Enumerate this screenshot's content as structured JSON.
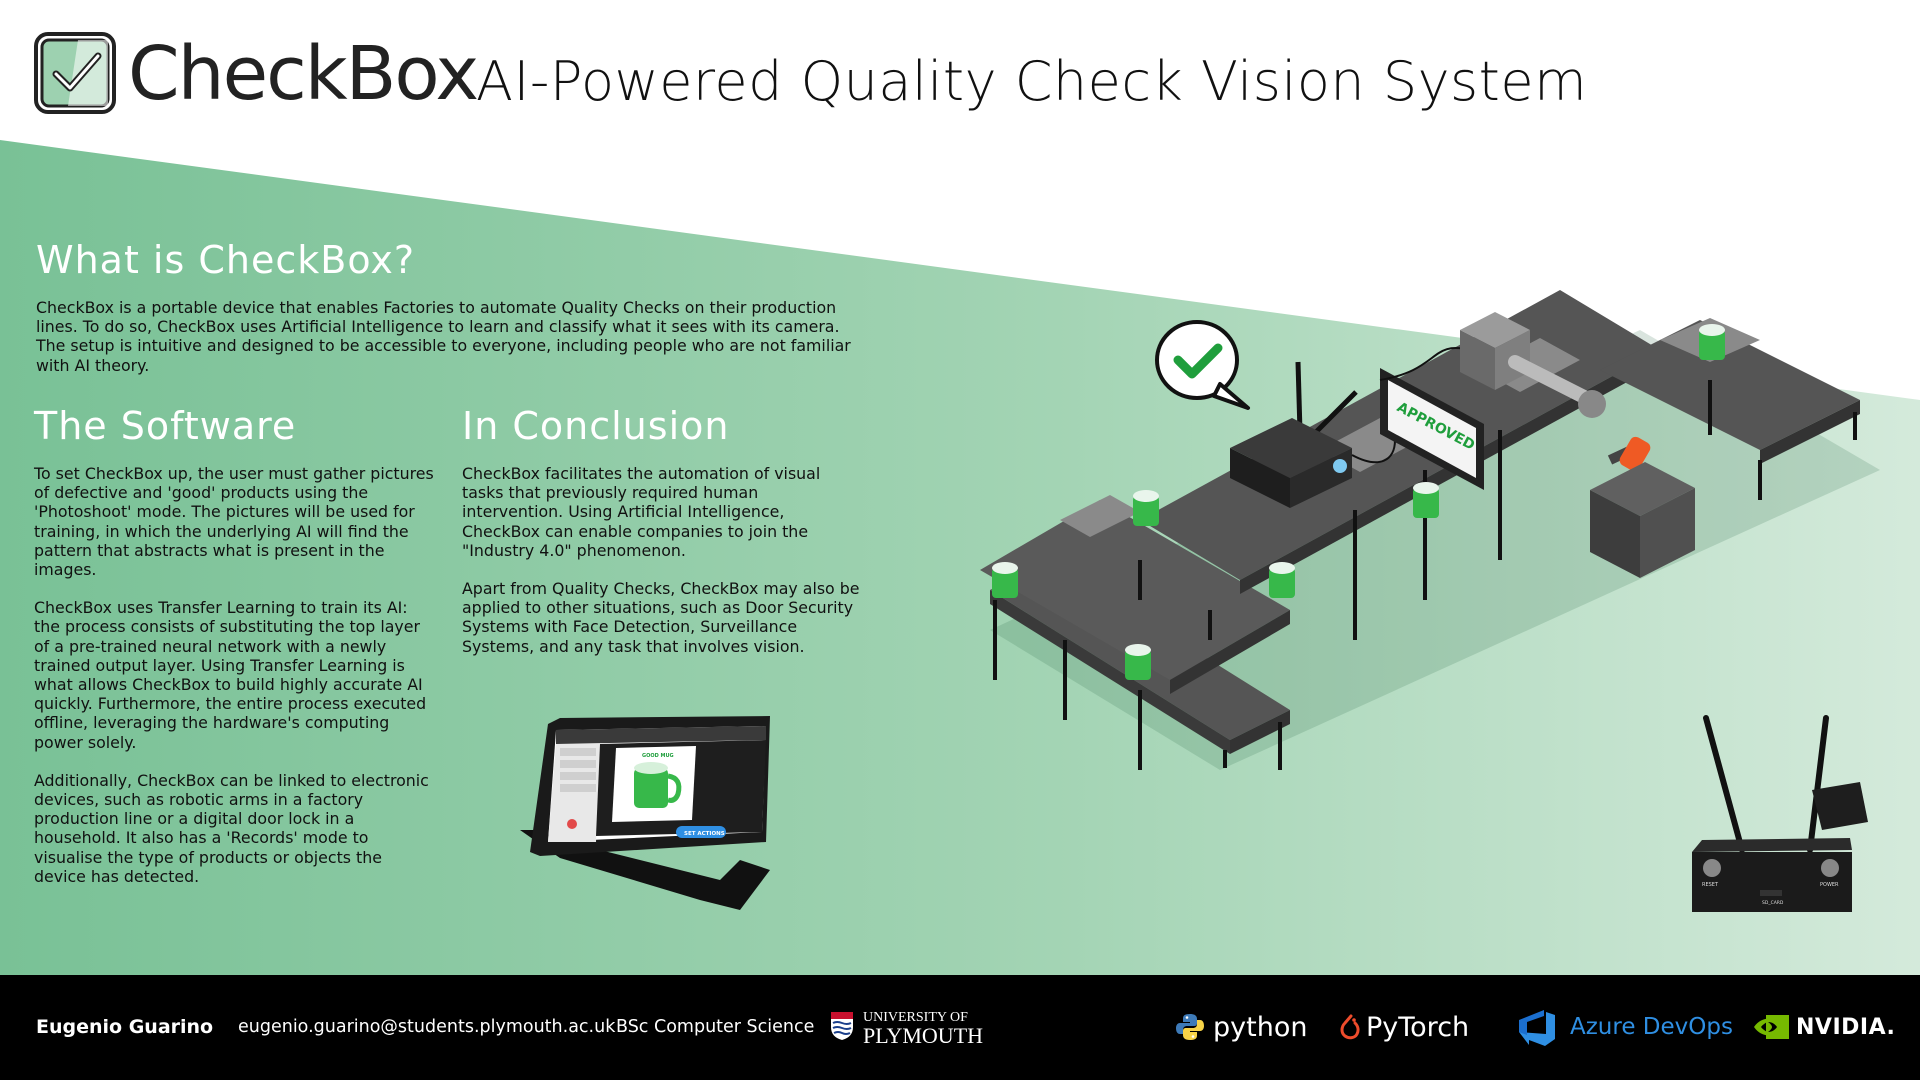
{
  "header": {
    "brand": "CheckBox",
    "subtitle": "AI-Powered Quality Check Vision System"
  },
  "sections": {
    "what": {
      "title": "What is CheckBox?",
      "body": "CheckBox is a portable device that enables Factories to automate Quality Checks on their production lines. To do so, CheckBox uses Artificial Intelligence to learn and classify what it sees with its camera. The setup is intuitive and designed to be accessible to everyone, including people who are not familiar with AI theory."
    },
    "software": {
      "title": "The Software",
      "p1": "To set CheckBox up, the user must gather pictures of defective and 'good' products using the 'Photoshoot' mode. The pictures will be used for training, in which the underlying AI will find the pattern that abstracts what is present in the images.",
      "p2": "CheckBox uses Transfer Learning to train its AI: the process consists of substituting the top layer of a pre-trained neural network with a newly trained output layer. Using Transfer Learning is what allows CheckBox to build highly accurate AI quickly. Furthermore, the entire process executed offline, leveraging the hardware's computing power solely.",
      "p3": "Additionally, CheckBox can be linked to electronic devices, such as robotic arms in a factory production line or a digital door lock in a household. It also has a 'Records' mode to visualise the type of products or objects the device has detected."
    },
    "conclusion": {
      "title": "In Conclusion",
      "p1": "CheckBox facilitates the automation of visual tasks that previously required human intervention. Using Artificial Intelligence, CheckBox can enable companies to join the \"Industry 4.0\" phenomenon.",
      "p2": "Apart from Quality Checks, CheckBox may also be applied to other situations, such as Door Security Systems with Face Detection, Surveillance Systems, and any task that involves vision."
    }
  },
  "illustration": {
    "approved_sign": "APPROVED",
    "tablet": {
      "mug_label": "GOOD MUG",
      "action_button": "SET ACTIONS"
    },
    "device_ports": {
      "left": "RESET",
      "right": "POWER",
      "bottom": "SD_CARD"
    }
  },
  "footer": {
    "name": "Eugenio Guarino",
    "email": "eugenio.guarino@students.plymouth.ac.uk",
    "degree": "BSc Computer Science",
    "university_line1": "UNIVERSITY OF",
    "university_line2": "PLYMOUTH",
    "tech": {
      "python": "python",
      "pytorch": "PyTorch",
      "azure": "Azure DevOps",
      "nvidia": "NVIDIA."
    }
  },
  "colors": {
    "green_dark": "#7cc39a",
    "green_light": "#d9ede0",
    "check_green": "#1f9e3c",
    "mug_green": "#37b84a",
    "conveyor_dark": "#4a4a4a",
    "conveyor_light": "#8a8a8a",
    "accent_orange": "#ef5a24",
    "azure_blue": "#2f8fe3",
    "nvidia_green": "#76b900",
    "footer_bg": "#000000"
  },
  "icons": [
    "checkbox-logo-icon",
    "check-bubble-icon",
    "python-icon",
    "pytorch-icon",
    "azure-devops-icon",
    "nvidia-icon",
    "plymouth-shield-icon"
  ]
}
